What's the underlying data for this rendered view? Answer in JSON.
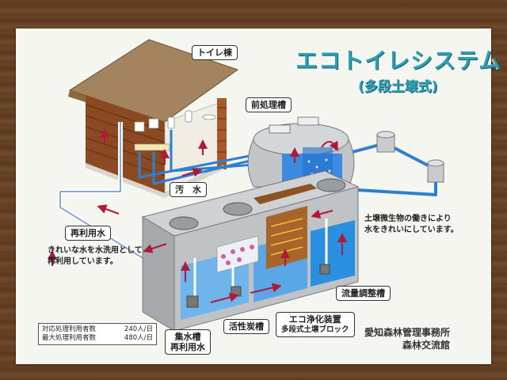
{
  "title": "エコトイレシステム",
  "subtitle": "(多段土壌式)",
  "labels": {
    "toilet_building": "トイレ棟",
    "pretreatment_tank": "前処理槽",
    "sewage": "汚　水",
    "recycled_water": "再利用水",
    "flow_adjust_tank": "流量調整槽",
    "collection_tank_line1": "集水槽",
    "collection_tank_line2": "再利用水",
    "activated_carbon_tank": "活性炭槽",
    "eco_device_line1": "エコ浄化装置",
    "eco_device_line2": "多段式土壌ブロック"
  },
  "notes": {
    "clean_water_line1": "きれいな水を水洗用として",
    "clean_water_line2": "再利用しています。",
    "microbe_line1": "土壌微生物の働きにより",
    "microbe_line2": "水をきれいにしています。"
  },
  "stats": [
    {
      "label": "対応処理利用者数",
      "value": "240人/日"
    },
    {
      "label": "最大処理利用者数",
      "value": "480人/日"
    }
  ],
  "organization": {
    "line1": "愛知森林管理事務所",
    "line2": "森林交流館"
  },
  "colors": {
    "title": "#2f9fb3",
    "pipe": "#2f7fd0",
    "water": "#2b8fe0",
    "arrow": "#b01a3a",
    "concrete": "#b9bcbf",
    "soil": "#a8652a"
  }
}
